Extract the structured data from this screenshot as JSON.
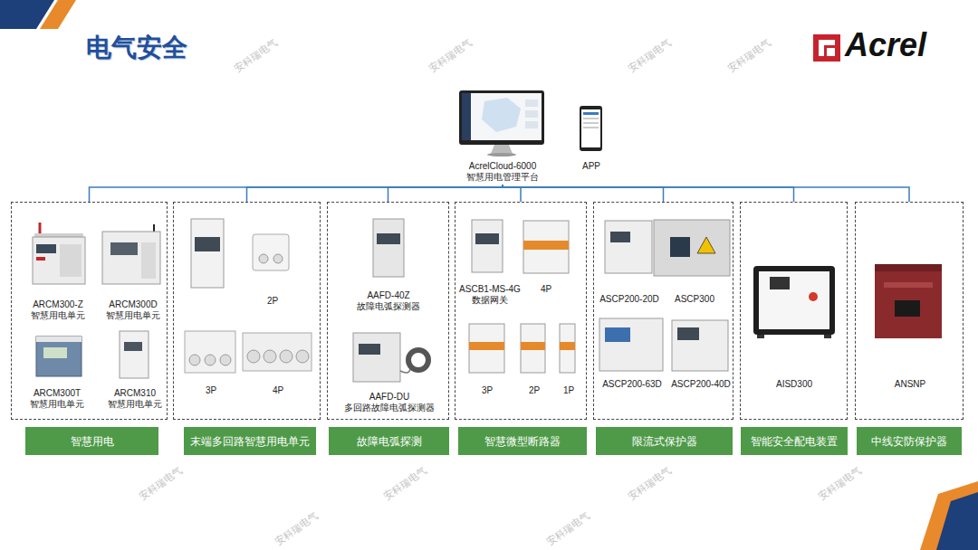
{
  "diagram": {
    "title": "电气安全",
    "nodes": [
      {
        "text": [
          "AcrelCloud-6000 智慧用电管理平台"
        ]
      },
      {
        "text": [
          "APP"
        ]
      },
      {
        "text": [
          "ARCM300-Z 智慧用电单元",
          "ARCM300D 智慧用电单元",
          "ARCM300T 智慧用电单元",
          "ARCM310 智慧用电单元"
        ]
      },
      {
        "text": [
          "2P",
          "3P",
          "4P"
        ]
      },
      {
        "text": [
          "AAFD-40Z 故障电弧探测器",
          "AAFD-DU 多回路故障电弧探测器"
        ]
      },
      {
        "text": [
          "ASCB1-MS-4G 数据网关",
          "4P",
          "3P",
          "2P",
          "1P"
        ]
      },
      {
        "text": [
          "ASCP200-20D",
          "ASCP300",
          "ASCP200-63D",
          "ASCP200-40D"
        ]
      },
      {
        "text": [
          "AISD300"
        ]
      },
      {
        "text": [
          "ANSNP"
        ]
      },
      {
        "text": [
          "智慧用电"
        ]
      },
      {
        "text": [
          "末端多回路智慧用电单元"
        ]
      },
      {
        "text": [
          "故障电弧探测"
        ]
      },
      {
        "text": [
          "智慧微型断路器"
        ]
      },
      {
        "text": [
          "限流式保护器"
        ]
      },
      {
        "text": [
          "智能安全配电装置"
        ]
      },
      {
        "text": [
          "中线安防保护器"
        ]
      }
    ],
    "edges": [
      {
        "from": 0,
        "to": 2,
        "arrow": "none"
      },
      {
        "from": 0,
        "to": 3,
        "arrow": "none"
      },
      {
        "from": 0,
        "to": 4,
        "arrow": "none"
      },
      {
        "from": 0,
        "to": 5,
        "arrow": "none"
      },
      {
        "from": 0,
        "to": 6,
        "arrow": "none"
      },
      {
        "from": 0,
        "to": 7,
        "arrow": "none"
      },
      {
        "from": 0,
        "to": 8,
        "arrow": "none"
      }
    ],
    "labels": [
      "Acrel",
      "安科瑞电气",
      "安科瑞电气",
      "安科瑞电气",
      "安科瑞电气",
      "安科瑞电气",
      "安科瑞电气",
      "安科瑞电气",
      "安科瑞电气",
      "安科瑞电气",
      "安科瑞电气"
    ]
  }
}
